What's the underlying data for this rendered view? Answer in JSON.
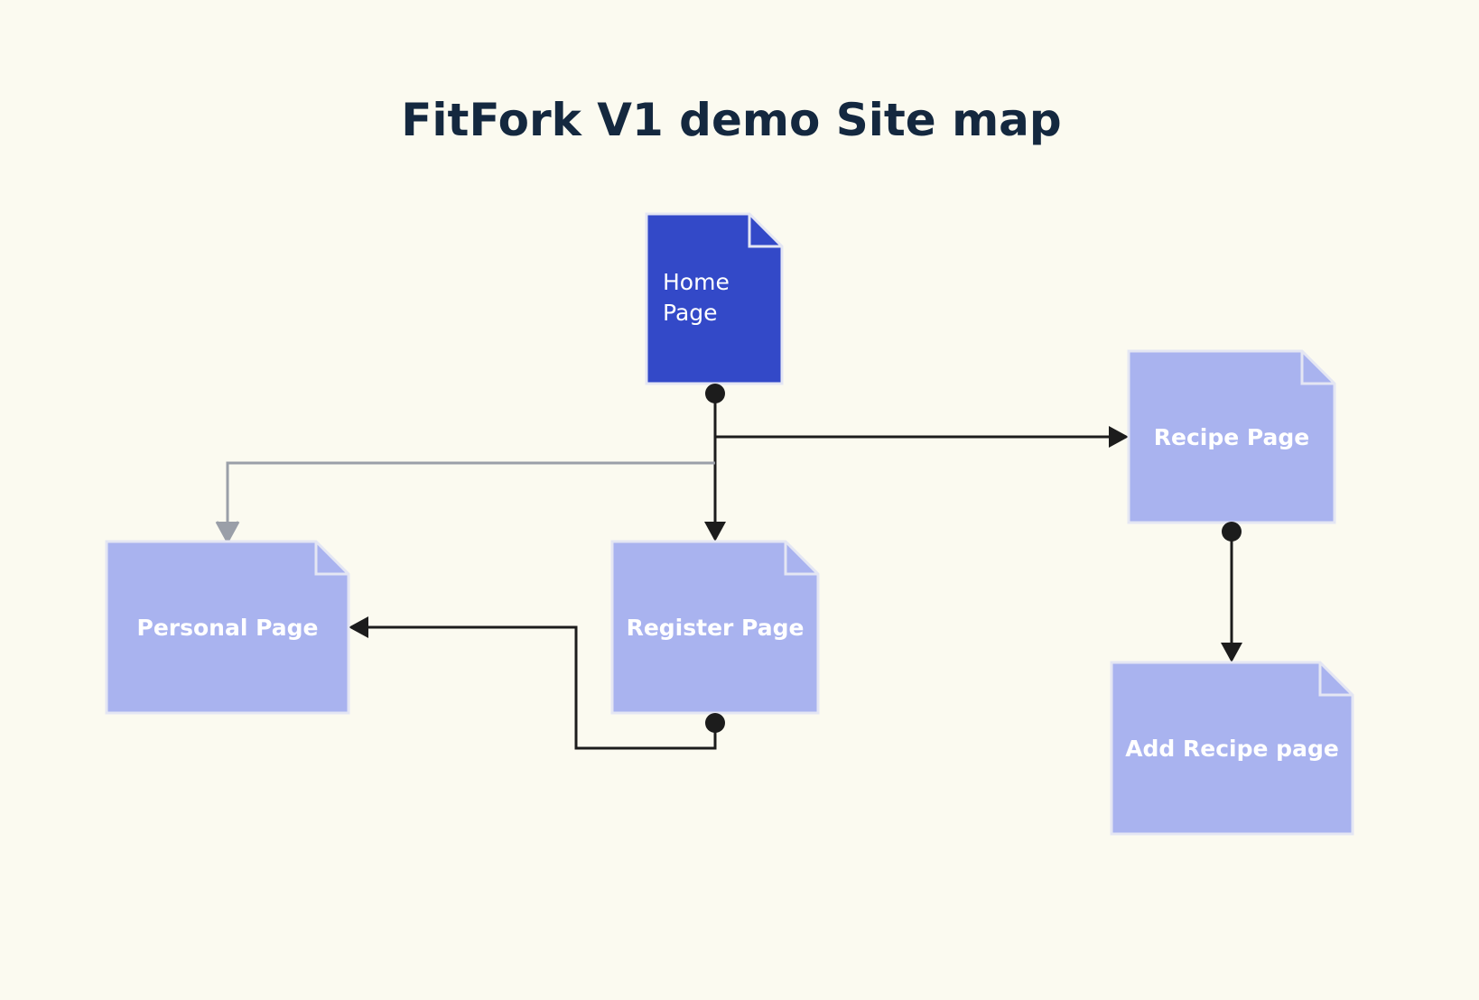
{
  "diagram": {
    "title": "FitFork V1 demo Site map",
    "colors": {
      "background": "#fbfaf0",
      "root_fill": "#3349c8",
      "page_fill": "#a9b3ef",
      "node_border": "#e4e6f3",
      "edge": "#1c1c1c",
      "edge_muted": "#9a9fa8",
      "label": "#ffffff",
      "title": "#14283f"
    },
    "nodes": [
      {
        "id": "home",
        "label_lines": [
          "Home",
          "Page"
        ],
        "role": "root"
      },
      {
        "id": "recipe",
        "label_lines": [
          "Recipe Page"
        ],
        "role": "page"
      },
      {
        "id": "personal",
        "label_lines": [
          "Personal Page"
        ],
        "role": "page"
      },
      {
        "id": "register",
        "label_lines": [
          "Register Page"
        ],
        "role": "page"
      },
      {
        "id": "add_recipe",
        "label_lines": [
          "Add Recipe page"
        ],
        "role": "page"
      }
    ],
    "edges": [
      {
        "from": "home",
        "to": "recipe",
        "style": "solid"
      },
      {
        "from": "home",
        "to": "register",
        "style": "solid"
      },
      {
        "from": "home",
        "to": "personal",
        "style": "muted"
      },
      {
        "from": "recipe",
        "to": "add_recipe",
        "style": "solid"
      },
      {
        "from": "register",
        "to": "personal",
        "style": "solid"
      }
    ]
  }
}
